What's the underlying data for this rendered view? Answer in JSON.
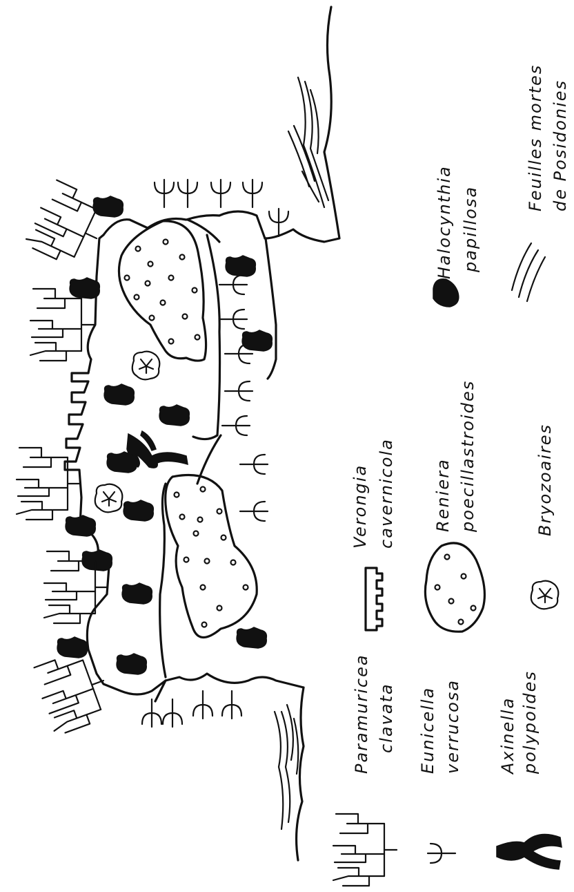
{
  "legend": {
    "paramuricea": [
      "Paramuricea",
      "clavata"
    ],
    "eunicella": [
      "Eunicella",
      "verrucosa"
    ],
    "axinella": [
      "Axinella",
      "polypoides"
    ],
    "verongia": [
      "Verongia",
      "cavernicola"
    ],
    "reniera": [
      "Reniera",
      "poecillastroides"
    ],
    "bryozoaires": [
      "Bryozoaires"
    ],
    "halocynthia": [
      "Halocynthia",
      "papillosa"
    ],
    "posidonies": [
      "Feuilles mortes",
      "de Posidonies"
    ]
  },
  "colors": {
    "ink": "#111111",
    "background": "#ffffff"
  }
}
